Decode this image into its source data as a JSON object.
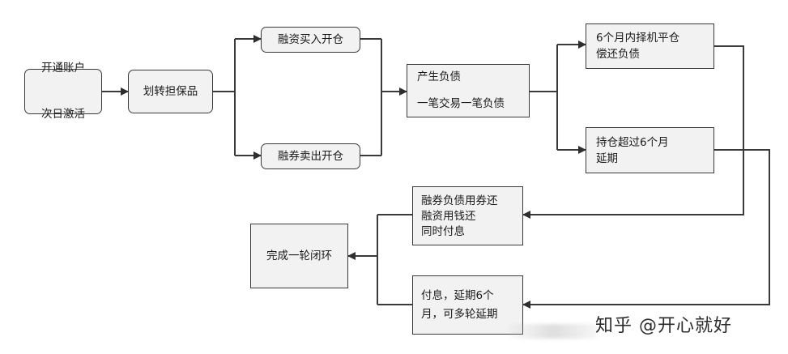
{
  "nodes": {
    "open_account": {
      "line1": "开通账户",
      "line2": "次日激活"
    },
    "transfer_collateral": {
      "label": "划转担保品"
    },
    "margin_buy": {
      "label": "融资买入开仓"
    },
    "short_sell": {
      "label": "融券卖出开仓"
    },
    "debt": {
      "line1": "产生负债",
      "line2": "一笔交易一笔负债"
    },
    "close_in_6m": {
      "line1": "6个月内择机平仓",
      "line2": "偿还负债"
    },
    "hold_over_6m": {
      "line1": "持仓超过6个月",
      "line2": "延期"
    },
    "repay": {
      "line1": "融券负债用券还",
      "line2": "融资用钱还",
      "line3": "同时付息"
    },
    "extend": {
      "line1": "付息，延期6个",
      "line2": "月，可多轮延期"
    },
    "complete": {
      "label": "完成一轮闭环"
    }
  },
  "watermark": "知乎 @开心就好",
  "colors": {
    "box_fill": "#f2f2f2",
    "line": "#3a3a3a"
  }
}
